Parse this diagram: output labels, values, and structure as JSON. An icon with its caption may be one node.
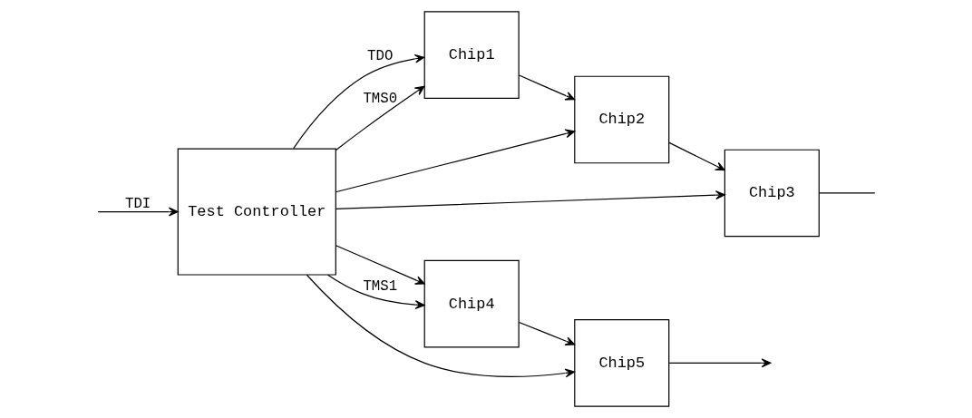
{
  "diagram": {
    "nodes": [
      {
        "text": [
          "Test Controller"
        ]
      },
      {
        "text": [
          "Chip1"
        ]
      },
      {
        "text": [
          "Chip2"
        ]
      },
      {
        "text": [
          "Chip3"
        ]
      },
      {
        "text": [
          "Chip4"
        ]
      },
      {
        "text": [
          "Chip5"
        ]
      }
    ],
    "edges": [
      {
        "from": 0,
        "to": 1,
        "arrow": "to",
        "label": "TDO"
      },
      {
        "from": 0,
        "to": 4,
        "arrow": "to"
      },
      {
        "from": 1,
        "to": 2,
        "arrow": "to"
      },
      {
        "from": 2,
        "to": 3,
        "arrow": "to"
      },
      {
        "from": 3,
        "to": null,
        "arrow": "none"
      },
      {
        "from": 0,
        "to": 1,
        "arrow": "to",
        "label": "TMS0"
      },
      {
        "from": 0,
        "to": 2,
        "arrow": "to"
      },
      {
        "from": 0,
        "to": 3,
        "arrow": "to"
      },
      {
        "from": 4,
        "to": 5,
        "arrow": "to"
      },
      {
        "from": 5,
        "to": null,
        "arrow": "to"
      },
      {
        "from": 0,
        "to": 4,
        "arrow": "to",
        "label": "TMS1"
      },
      {
        "from": 0,
        "to": 5,
        "arrow": "to"
      },
      {
        "from": null,
        "to": 0,
        "arrow": "to",
        "label": "TDI"
      }
    ]
  }
}
